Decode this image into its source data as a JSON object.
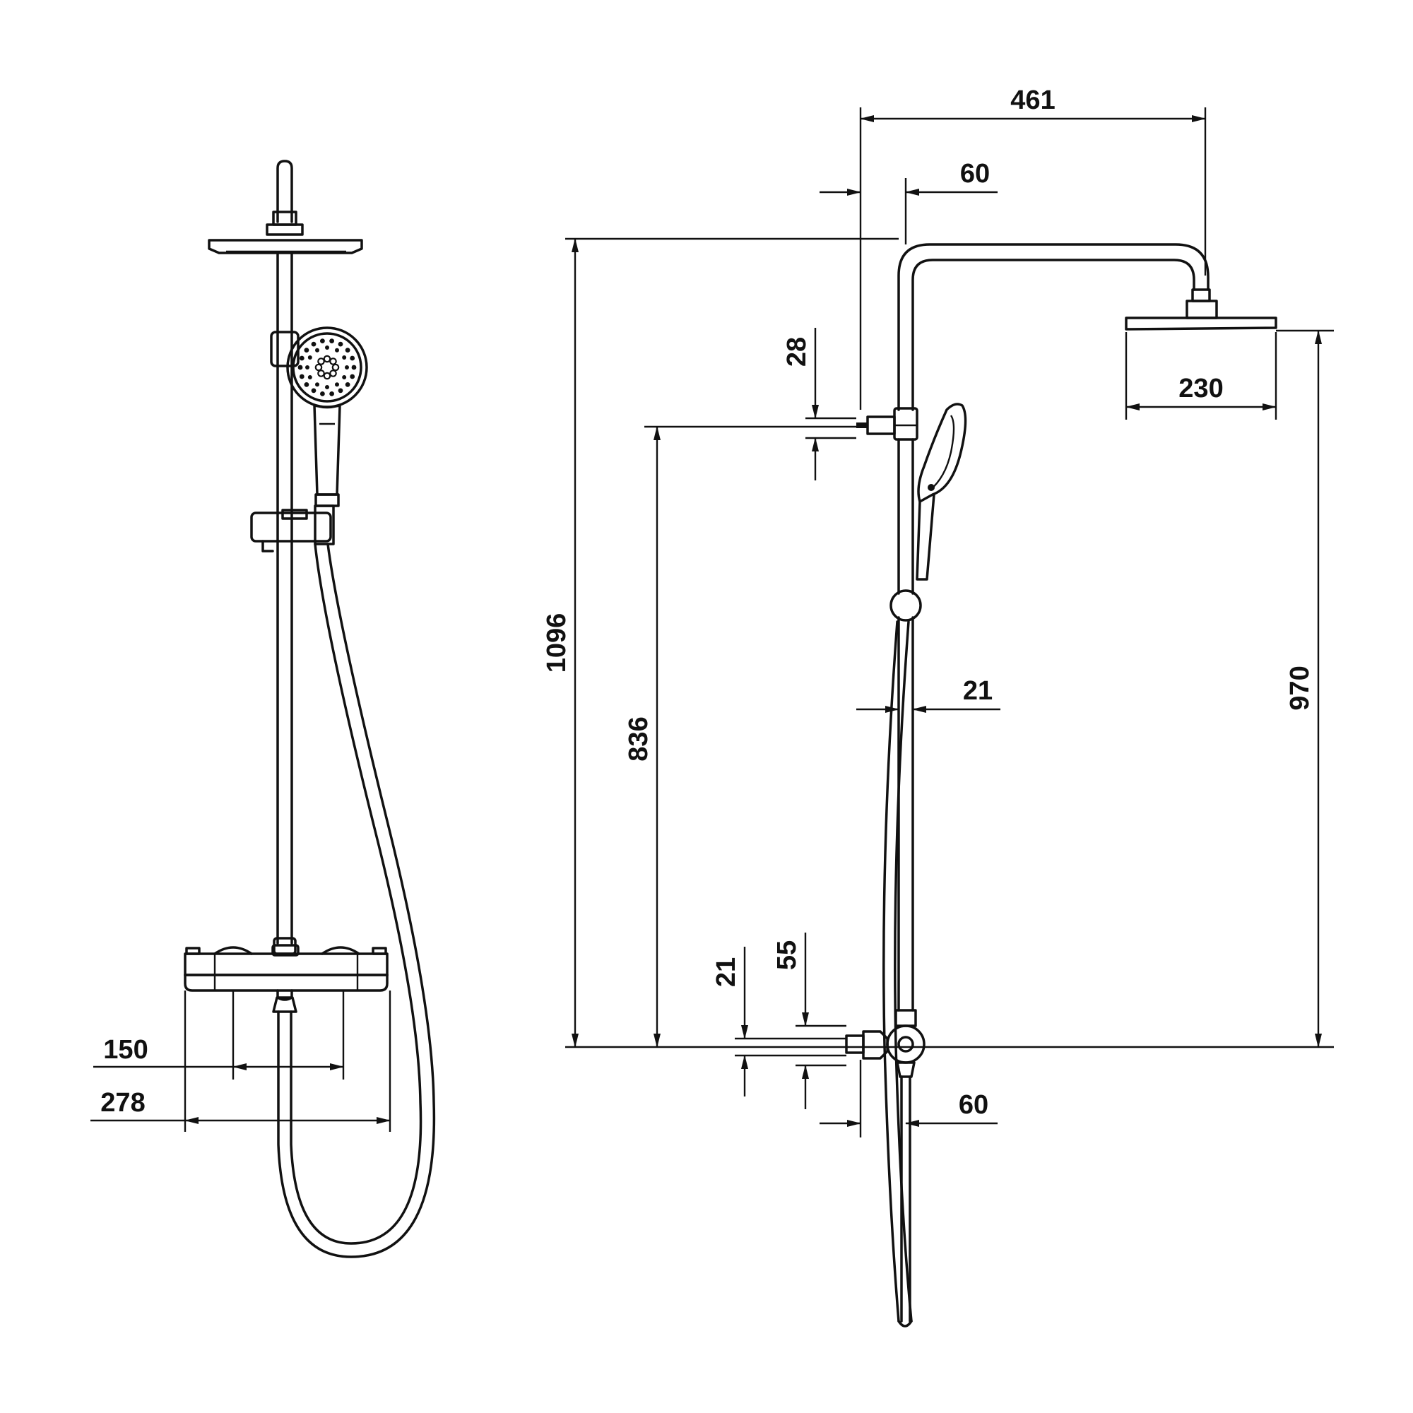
{
  "front_view": {
    "dimensions": {
      "inlet_spacing": "150",
      "mixer_width": "278"
    }
  },
  "side_view": {
    "dimensions": {
      "arm_projection": "461",
      "bracket_offset_top": "60",
      "bracket_height": "28",
      "overall_height": "1096",
      "slider_height": "836",
      "rod_diameter": "21",
      "head_diameter": "230",
      "head_height": "970",
      "inlet_height_21": "21",
      "inlet_height_55": "55",
      "bracket_offset_bottom": "60"
    }
  }
}
